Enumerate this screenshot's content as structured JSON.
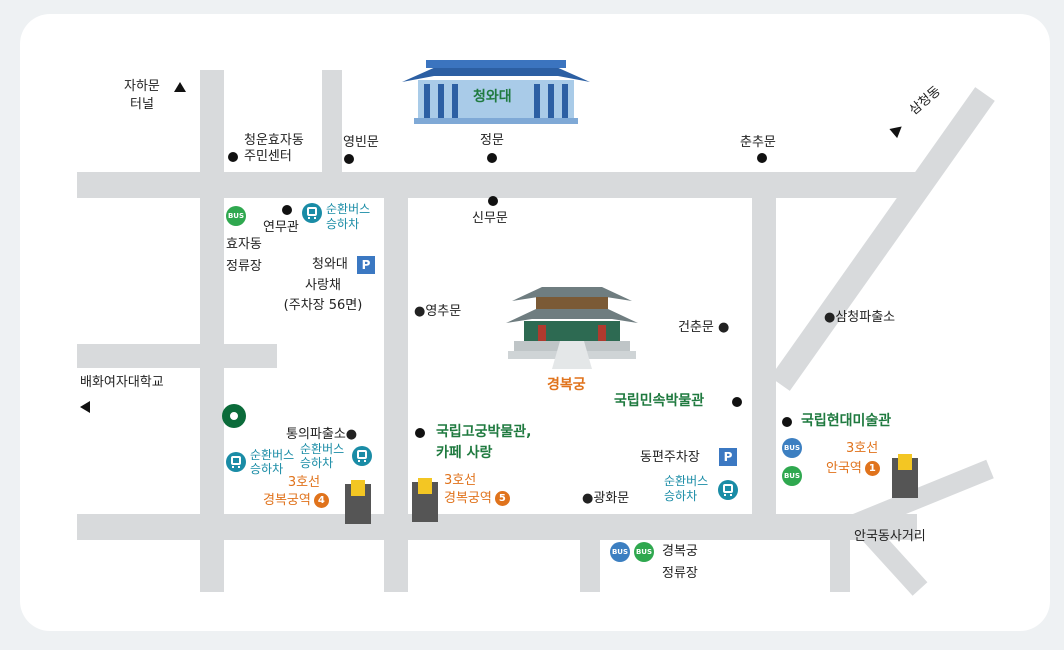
{
  "landmarks": {
    "cheongwadae": "청와대",
    "gyeongbokgung": "경복궁"
  },
  "labels": {
    "jaha_tunnel_1": "자하문",
    "jaha_tunnel_2": "터널",
    "cheongun_1": "청운효자동",
    "cheongun_2": "주민센터",
    "yeongbinmun": "영빈문",
    "jeongmun": "정문",
    "chunchumun": "춘추문",
    "samcheongdong": "삼청동",
    "sinmumun": "신무문",
    "yeonmugwan": "연무관",
    "hyoja_stop_1": "효자동",
    "hyoja_stop_2": "정류장",
    "sarangchae_1": "청와대",
    "sarangchae_2": "사랑채",
    "sarangchae_3": "(주차장 56면)",
    "yeongchumun": "●영추문",
    "geonchunmun": "건춘문 ●",
    "samcheong_police": "●삼청파출소",
    "ewha_school": "배화여자대학교",
    "folk_museum": "국립민속박물관",
    "mmca": "국립현대미술관",
    "tongui_police": "통의파출소●",
    "palace_museum_1": "국립고궁박물관,",
    "palace_museum_2": "카페 사랑",
    "east_parking": "동편주차장",
    "gwanghwamun": "●광화문",
    "anguk_intersection": "안국동사거리",
    "gyeongbokgung_stop_1": "경복궁",
    "gyeongbokgung_stop_2": "정류장"
  },
  "shuttle": {
    "line1": "순환버스",
    "line2": "승하차"
  },
  "subway": {
    "line_name": "3호선",
    "station_gbg": "경복궁역",
    "station_anguk": "안국역",
    "exit_4": "4",
    "exit_5": "5",
    "exit_1": "1"
  },
  "icons": {
    "bus_badge": "BUS",
    "parking": "P"
  },
  "colors": {
    "road": "#d8dadc",
    "green_label": "#1f7a3f",
    "orange_label": "#e0731c",
    "shuttle_blue": "#1a8ca6",
    "parking_blue": "#3b78c2"
  }
}
